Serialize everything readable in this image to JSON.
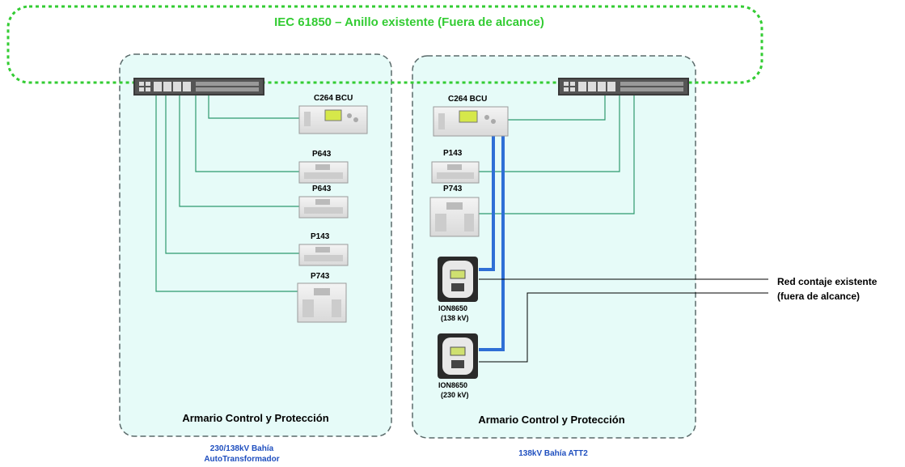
{
  "ring": {
    "label": "IEC 61850 – Anillo existente (Fuera de alcance)"
  },
  "left_cabinet": {
    "title": "Armario Control y Protección",
    "caption_line1": "230/138kV Bahía",
    "caption_line2": "AutoTransformador",
    "devices": {
      "c264": "C264 BCU",
      "p643a": "P643",
      "p643b": "P643",
      "p143": "P143",
      "p743": "P743"
    }
  },
  "right_cabinet": {
    "title": "Armario Control y Protección",
    "caption": "138kV Bahía ATT2",
    "devices": {
      "c264": "C264 BCU",
      "p143": "P143",
      "p743": "P743",
      "ion1_name": "ION8650",
      "ion1_kv": "(138 kV)",
      "ion2_name": "ION8650",
      "ion2_kv": "(230 kV)"
    }
  },
  "external_network": {
    "line1": "Red contaje existente",
    "line2": "(fuera de alcance)"
  },
  "colors": {
    "ring": "#33cc33",
    "cabinet_fill": "#e6fbf8",
    "cabinet_border": "#5a6a6a",
    "link": "#2e9a6e",
    "blue_link": "#2f6fd6",
    "caption": "#1f4fbf"
  }
}
